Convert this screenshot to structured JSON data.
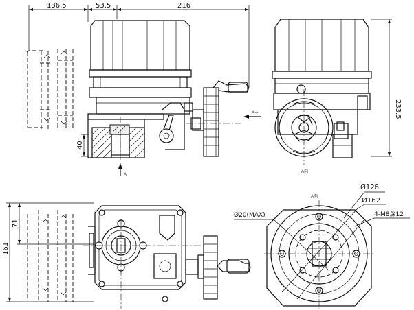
{
  "dimensions": {
    "top_left": "136.5",
    "top_mid": "53.5",
    "top_right": "216",
    "height_side": "233.5",
    "small_40": "40",
    "left_161": "161",
    "left_71": "71"
  },
  "annotations": {
    "dia_126": "Ø126",
    "dia_162": "Ø162",
    "dia_20": "Ø20(MAX)",
    "bolts": "4-M8深12"
  },
  "view_labels": {
    "arrow_a": "A",
    "arrow_b": "A→",
    "view_a": "A向",
    "top_small": "A向"
  }
}
